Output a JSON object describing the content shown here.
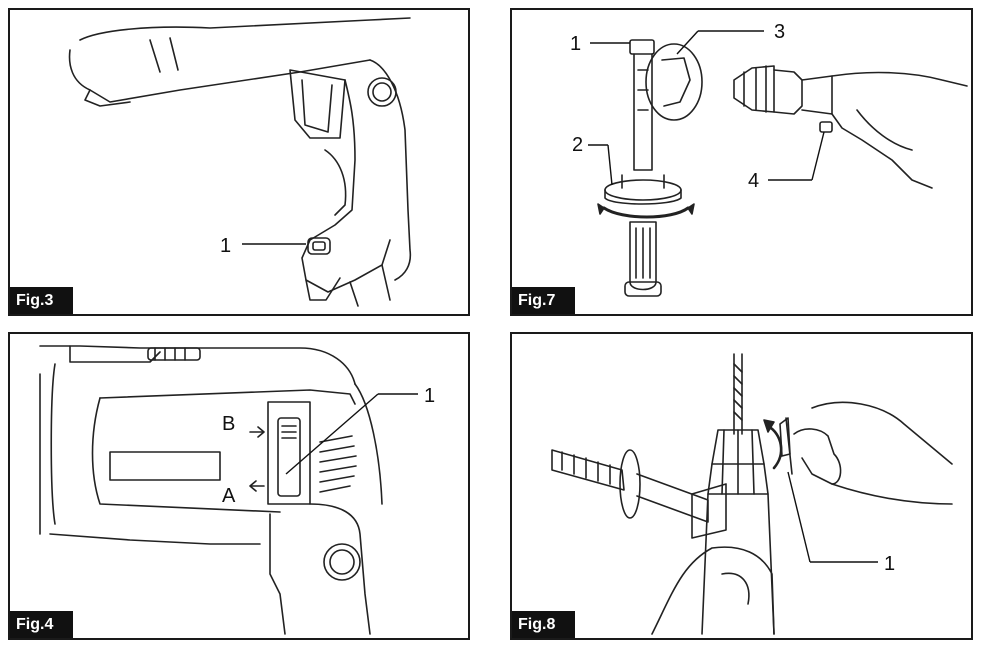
{
  "figures": [
    {
      "id": "fig3",
      "label": "Fig.3",
      "callouts": [
        "1"
      ]
    },
    {
      "id": "fig7",
      "label": "Fig.7",
      "callouts": [
        "1",
        "2",
        "3",
        "4"
      ]
    },
    {
      "id": "fig4",
      "label": "Fig.4",
      "callouts": [
        "1",
        "B",
        "A"
      ]
    },
    {
      "id": "fig8",
      "label": "Fig.8",
      "callouts": [
        "1"
      ]
    }
  ],
  "colors": {
    "ink": "#111111",
    "frame": "#1a1a1a",
    "label_bg": "#111111",
    "label_text": "#ffffff"
  }
}
